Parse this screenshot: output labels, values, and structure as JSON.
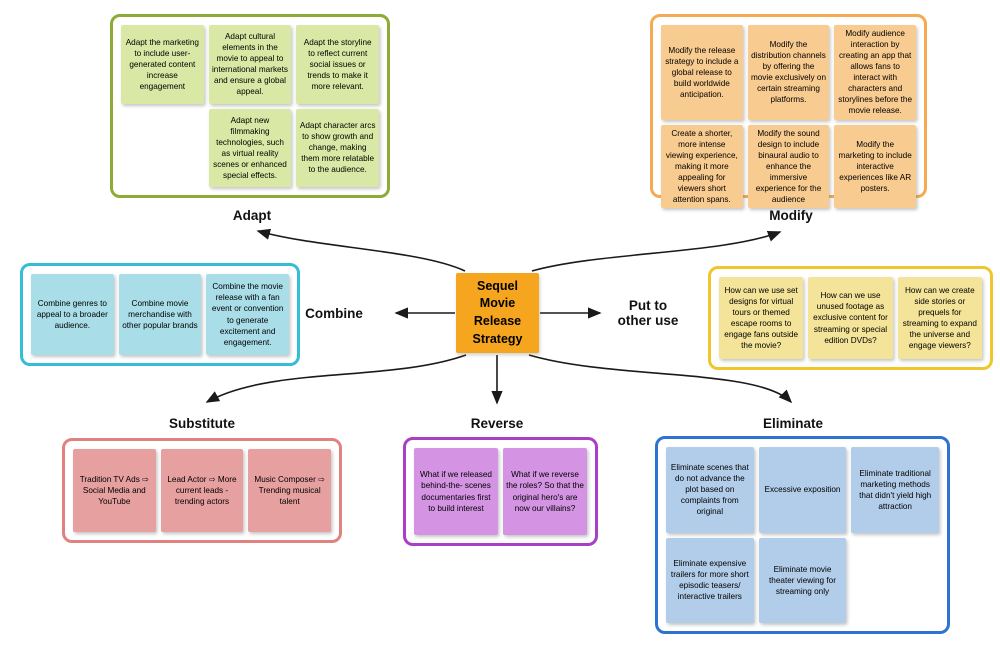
{
  "central": {
    "label": "Sequel Movie Release Strategy",
    "label_lines": [
      "Sequel",
      "Movie",
      "Release",
      "Strategy"
    ],
    "bg_color": "#F6A51F"
  },
  "groups": [
    {
      "id": "adapt",
      "label": "Adapt",
      "border_color": "#8CAB37",
      "note_color": "#DAE8A5",
      "notes": [
        "Adapt the marketing to include user-generated content increase engagement",
        "Adapt cultural elements in the movie to appeal to international markets and ensure a global appeal.",
        "Adapt the storyline to reflect current social issues or trends to make it more relevant.",
        "Adapt new filmmaking technologies, such as virtual reality scenes or enhanced special effects.",
        "Adapt character arcs to show growth and change, making them more relatable to the audience."
      ]
    },
    {
      "id": "modify",
      "label": "Modify",
      "border_color": "#F5A953",
      "note_color": "#F8CB90",
      "notes": [
        "Modify the release strategy to include a global release to build worldwide anticipation.",
        "Modify the distribution channels by offering the movie exclusively on certain streaming platforms.",
        "Modify audience interaction by creating an app that allows fans to interact with characters and storylines before the movie release.",
        "Create a shorter, more intense viewing experience, making it more appealing for viewers short attention spans.",
        "Modify the sound design to include binaural audio to enhance the immersive experience for the audience",
        "Modify the marketing to include interactive experiences like AR posters."
      ]
    },
    {
      "id": "combine",
      "label": "Combine",
      "border_color": "#35BDD8",
      "note_color": "#A9DEE9",
      "notes": [
        "Combine genres to appeal to a broader audience.",
        "Combine movie merchandise with other popular brands",
        "Combine the movie release with a fan event or convention to generate excitement and engagement."
      ]
    },
    {
      "id": "putto",
      "label": "Put to other use",
      "border_color": "#EFC62B",
      "note_color": "#F4E499",
      "notes": [
        "How can we use set designs for virtual tours or themed escape rooms to engage fans outside the movie?",
        "How can we use unused footage as exclusive content for streaming or special edition DVDs?",
        "How can we create side stories or prequels for streaming to expand the universe and engage viewers?"
      ]
    },
    {
      "id": "substitute",
      "label": "Substitute",
      "border_color": "#E0837F",
      "note_color": "#E7A0A0",
      "notes": [
        "Tradition TV Ads ⇨ Social Media and YouTube",
        "Lead Actor ⇨ More current leads - trending actors",
        "Music Composer ⇨ Trending musical talent"
      ]
    },
    {
      "id": "reverse",
      "label": "Reverse",
      "border_color": "#A93FC4",
      "note_color": "#D494E3",
      "notes": [
        "What if we released behind-the- scenes documentaries first to build interest",
        "What if we reverse the roles? So that the original hero's are now our villains?"
      ]
    },
    {
      "id": "eliminate",
      "label": "Eliminate",
      "border_color": "#2E72D2",
      "note_color": "#B2CDEA",
      "notes": [
        "Eliminate scenes that do not advance the plot based on complaints from original",
        "Excessive exposition",
        "Eliminate traditional marketing methods that didn't yield high attraction",
        "Eliminate expensive trailers for more short episodic teasers/ interactive trailers",
        "Eliminate movie theater viewing for streaming only"
      ]
    }
  ],
  "connector_color": "#1a1a1a"
}
